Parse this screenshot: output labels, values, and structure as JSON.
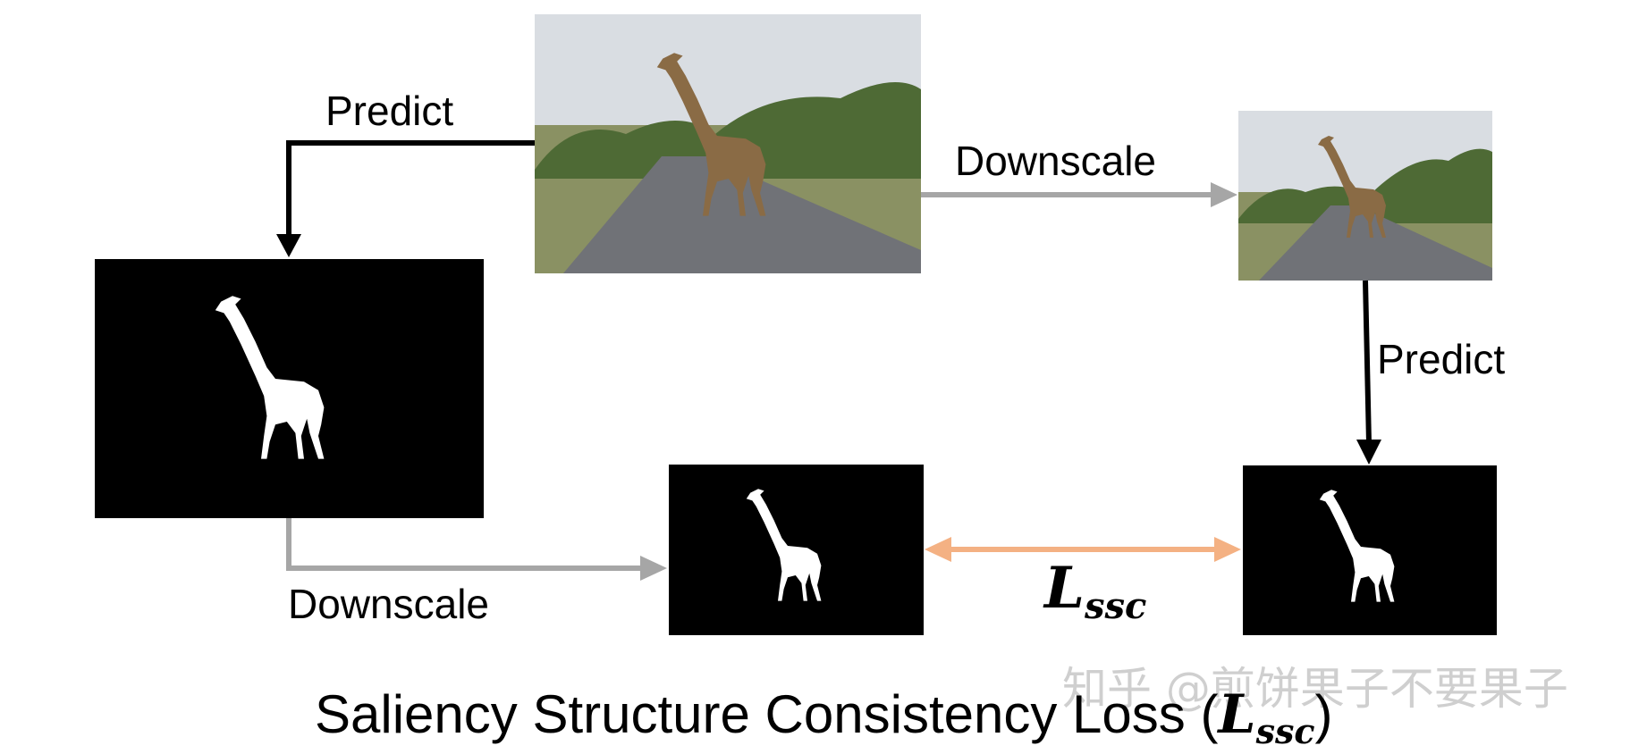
{
  "labels": {
    "predict_top": "Predict",
    "downscale_top": "Downscale",
    "predict_right": "Predict",
    "downscale_bottom": "Downscale"
  },
  "loss": {
    "script_letter": "L",
    "subscript": "ssc"
  },
  "caption": {
    "text": "Saliency Structure Consistency Loss (",
    "symbol_letter": "L",
    "symbol_subscript": "ssc",
    "close": ")"
  },
  "watermark": "知乎 @煎饼果子不要果子",
  "colors": {
    "predict_arrow": "#000000",
    "downscale_arrow": "#a6a6a6",
    "loss_arrow": "#f4b183",
    "mask_background": "#000000",
    "mask_foreground": "#ffffff",
    "sky": "#d9dde2",
    "road": "#707277",
    "grass": "#8a9163",
    "trees": "#4e6a35",
    "giraffe": "#8a6b45"
  },
  "icons": {
    "giraffe_photo_large": "giraffe-photo",
    "giraffe_photo_small": "giraffe-photo",
    "mask": "giraffe-saliency-mask"
  }
}
